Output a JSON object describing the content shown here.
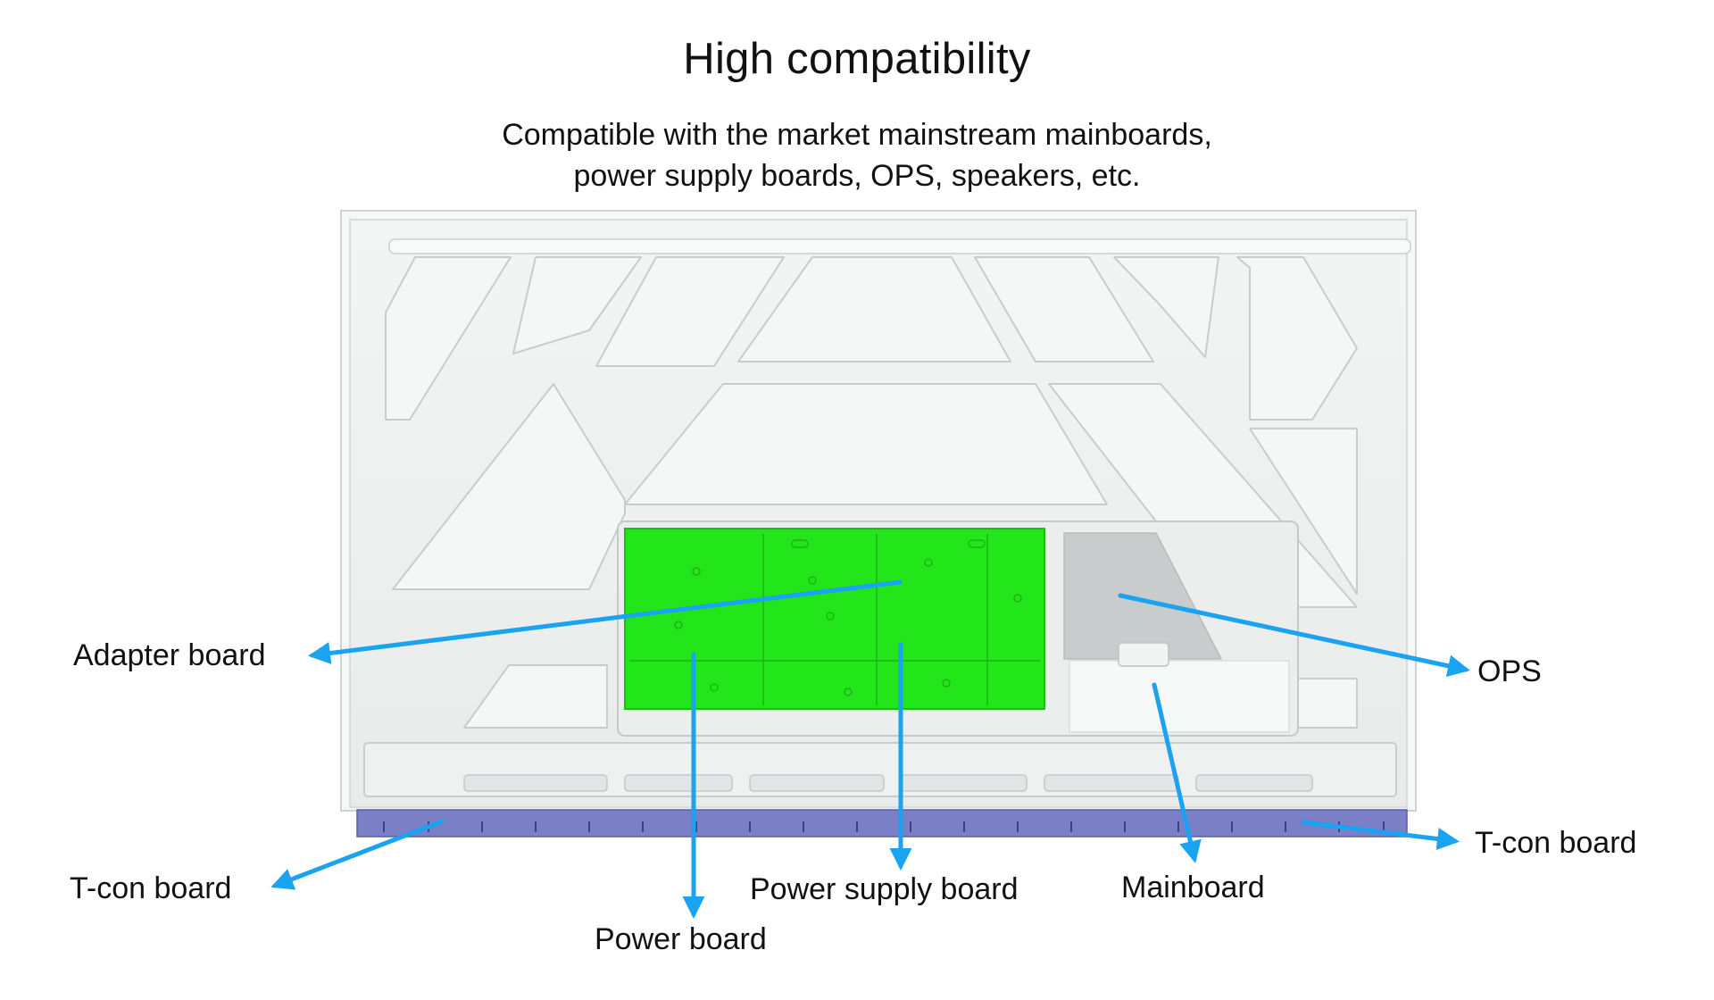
{
  "title": "High compatibility",
  "subtitle": {
    "line1": "Compatible with the market mainstream mainboards,",
    "line2": "power supply boards, OPS, speakers, etc."
  },
  "labels": {
    "adapter_board": "Adapter board",
    "ops": "OPS",
    "tcon_left": "T-con board",
    "tcon_right": "T-con board",
    "power_supply_board": "Power supply board",
    "mainboard": "Mainboard",
    "power_board": "Power board"
  },
  "colors": {
    "arrow": "#1aa3f0",
    "power_supply_highlight": "#22e61a",
    "ops_area": "#c9cccd",
    "mainboard_area": "#f7f8f8",
    "tcon_strip": "#7a7fc6",
    "panel": "#eef0f0"
  }
}
